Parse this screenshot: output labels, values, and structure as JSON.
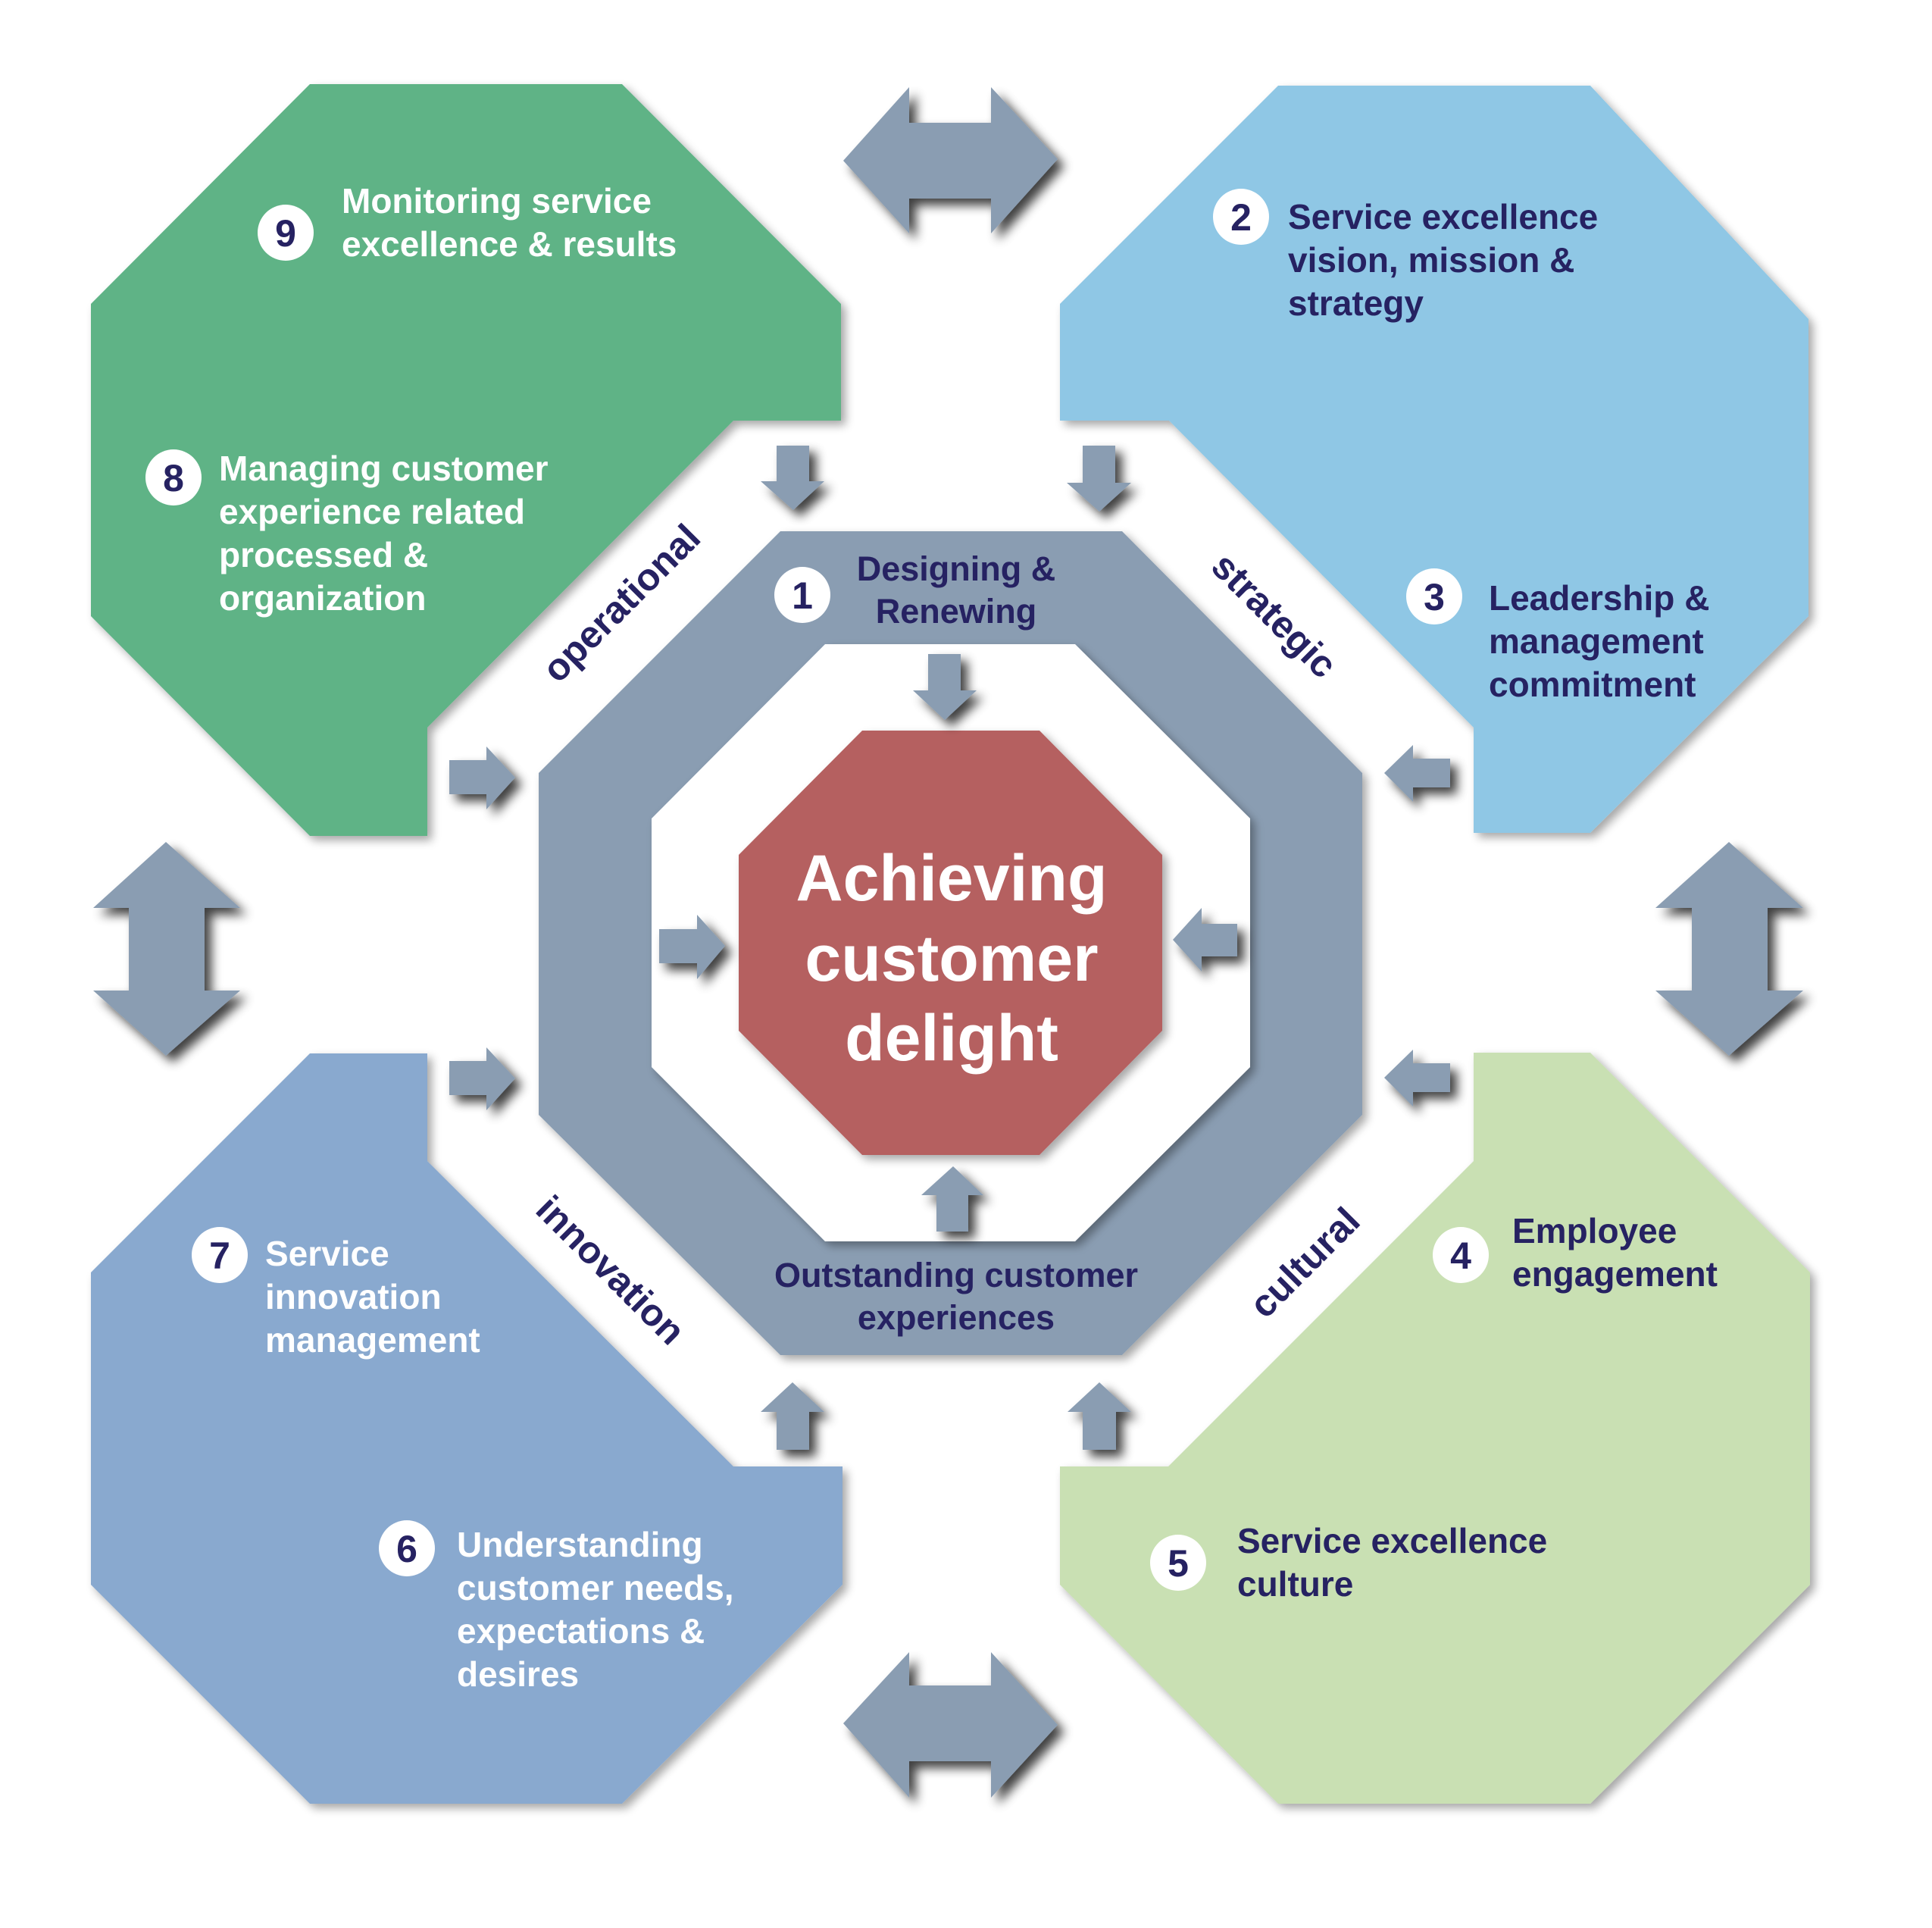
{
  "title": "Achieving customer delight",
  "colors": {
    "green_block": "#5fb386",
    "blue_block": "#8fc7e5",
    "periwinkle_block": "#89a9cf",
    "light_green_block": "#c9e0b3",
    "ring": "#8a9db2",
    "arrow": "#8a9db2",
    "center": "#b56161",
    "navy_text": "#262262",
    "white_text": "#ffffff"
  },
  "center": {
    "lines": [
      "Achieving",
      "customer",
      "delight"
    ]
  },
  "ring": {
    "top_number": "1",
    "top_lines": [
      "Designing &",
      "Renewing"
    ],
    "bottom_lines": [
      "Outstanding customer",
      "experiences"
    ]
  },
  "bands": {
    "operational": "operational",
    "strategic": "strategic",
    "innovation": "innovation",
    "cultural": "cultural"
  },
  "blocks": {
    "top_left": {
      "items": [
        {
          "number": "9",
          "lines": [
            "Monitoring service",
            "excellence & results"
          ]
        },
        {
          "number": "8",
          "lines": [
            "Managing customer",
            "experience related",
            "processed &",
            "organization"
          ]
        }
      ]
    },
    "top_right": {
      "items": [
        {
          "number": "2",
          "lines": [
            "Service excellence",
            "vision, mission &",
            "strategy"
          ]
        },
        {
          "number": "3",
          "lines": [
            "Leadership &",
            "management",
            "commitment"
          ]
        }
      ]
    },
    "bottom_right": {
      "items": [
        {
          "number": "4",
          "lines": [
            "Employee",
            "engagement"
          ]
        },
        {
          "number": "5",
          "lines": [
            "Service excellence",
            "culture"
          ]
        }
      ]
    },
    "bottom_left": {
      "items": [
        {
          "number": "7",
          "lines": [
            "Service",
            "innovation",
            "management"
          ]
        },
        {
          "number": "6",
          "lines": [
            "Understanding",
            "customer needs,",
            "expectations &",
            "desires"
          ]
        }
      ]
    }
  }
}
